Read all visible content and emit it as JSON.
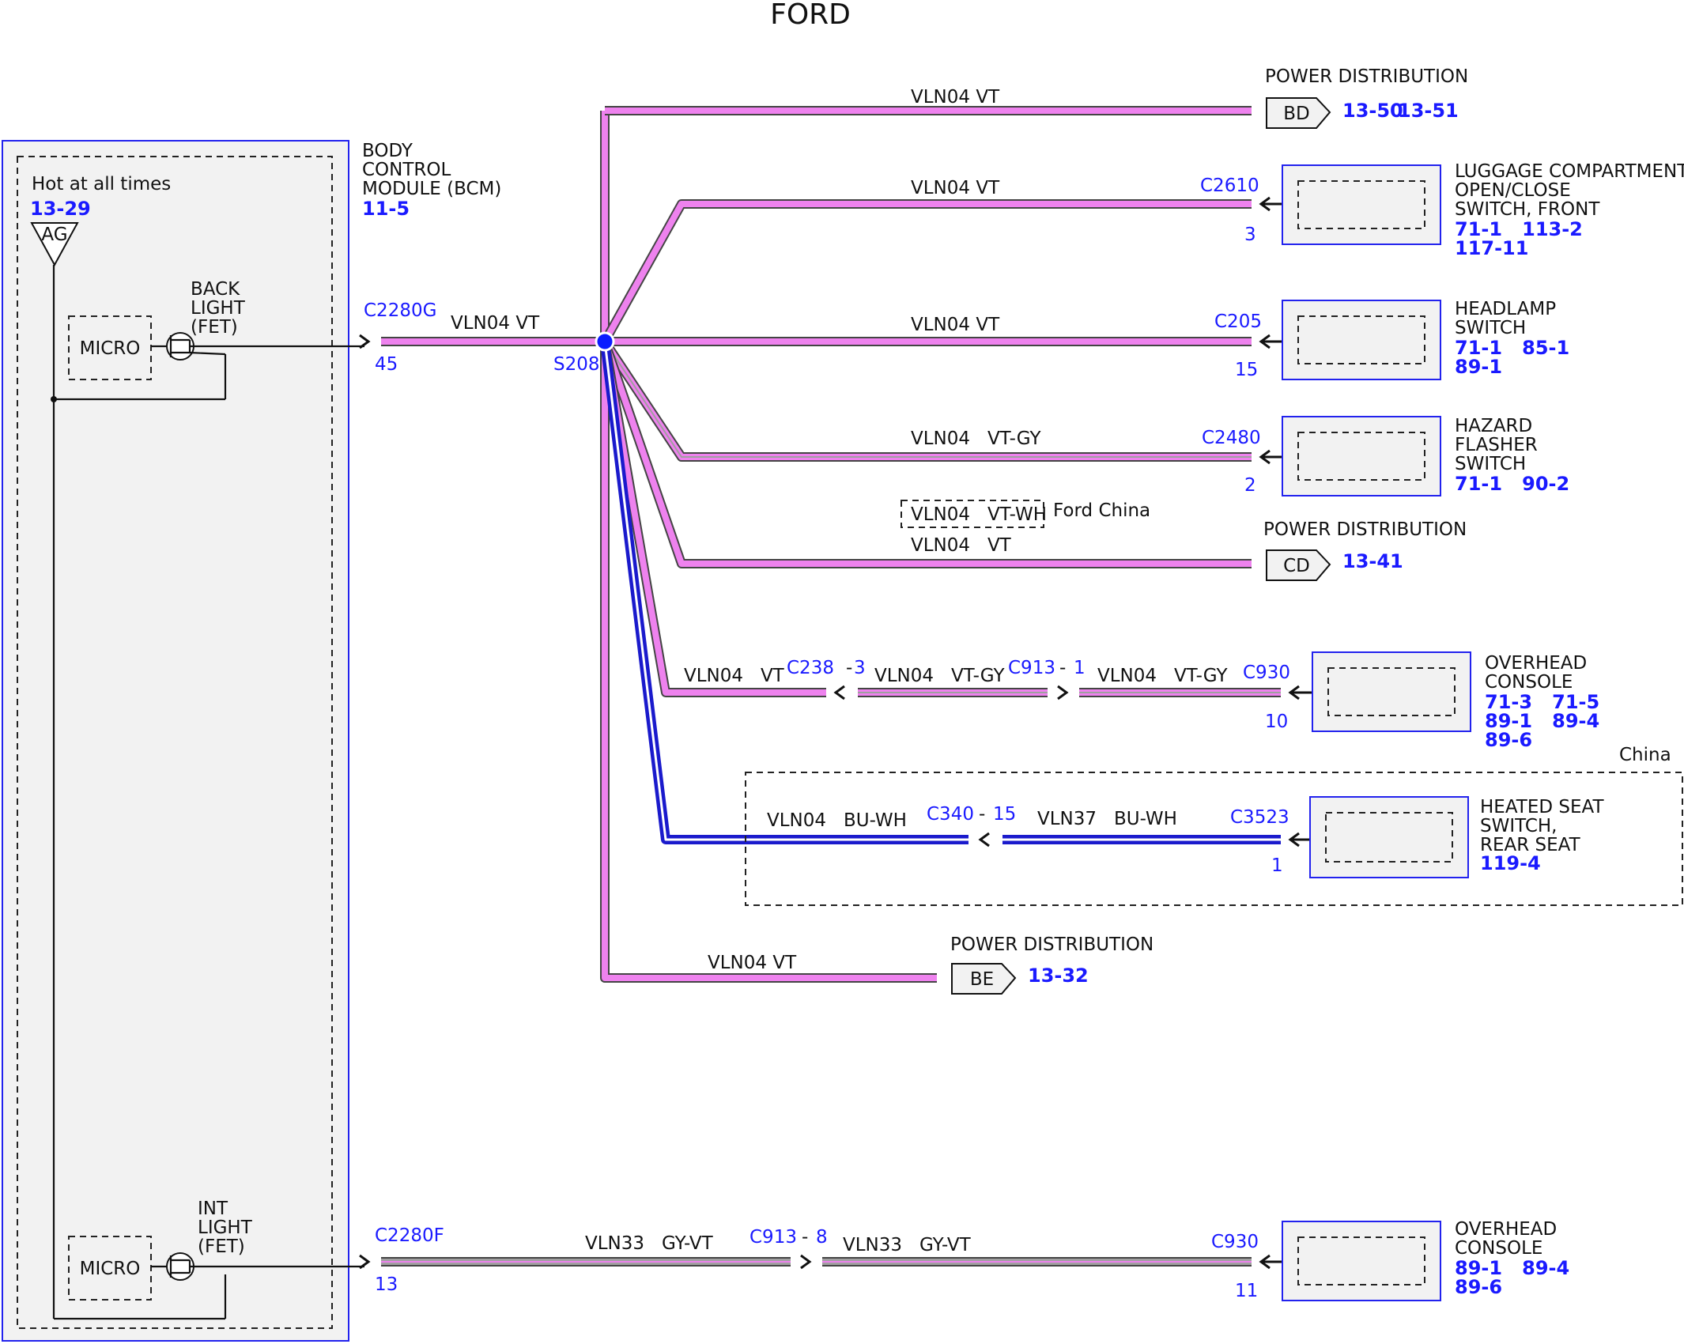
{
  "title": "FORD",
  "bcm": {
    "name": "BODY CONTROL MODULE (BCM)",
    "name_lines": [
      "BODY",
      "CONTROL",
      "MODULE (BCM)"
    ],
    "ref": "11-5",
    "hot_label": "Hot at all times",
    "hot_ref": "13-29",
    "ag_label": "AG",
    "micro_label": "MICRO",
    "back_light_lines": [
      "BACK",
      "LIGHT",
      "(FET)"
    ],
    "int_light_lines": [
      "INT",
      "LIGHT",
      "(FET)"
    ]
  },
  "back_light_output": {
    "connector": "C2280G",
    "pin": "45",
    "wire": "VLN04 VT"
  },
  "splice": {
    "label": "S208",
    "color": "#0a1cff"
  },
  "branches": [
    {
      "wire": "VLN04   VT",
      "dest": "POWER DISTRIBUTION",
      "tag": "BD",
      "refs": [
        "13-50",
        "13-51"
      ]
    },
    {
      "wire": "VLN04   VT",
      "connector": "C2610",
      "pin": "3",
      "dest_lines": [
        "LUGGAGE COMPARTMENT",
        "OPEN/CLOSE",
        "SWITCH, FRONT"
      ],
      "refs": [
        "71-1   113-2",
        "117-11"
      ]
    },
    {
      "wire": "VLN04   VT",
      "connector": "C205",
      "pin": "15",
      "dest_lines": [
        "HEADLAMP",
        "SWITCH"
      ],
      "refs": [
        "71-1   85-1",
        "89-1"
      ]
    },
    {
      "wire": "VLN04   VT-GY",
      "connector": "C2480",
      "pin": "2",
      "dest_lines": [
        "HAZARD",
        "FLASHER",
        "SWITCH"
      ],
      "refs": [
        "71-1   90-2"
      ]
    },
    {
      "wire": "VLN04   VT",
      "alt_wire": "VLN04   VT-WH",
      "alt_note": "Ford China",
      "dest": "POWER DISTRIBUTION",
      "tag": "CD",
      "refs": [
        "13-41"
      ]
    },
    {
      "wire_a": "VLN04   VT",
      "conn_a": "C238",
      "pin_a": "3",
      "wire_b": "VLN04   VT-GY",
      "conn_b": "C913",
      "pin_b": "1",
      "wire_c": "VLN04   VT-GY",
      "connector": "C930",
      "pin": "10",
      "dest_lines": [
        "OVERHEAD",
        "CONSOLE"
      ],
      "refs": [
        "71-3   71-5",
        "89-1   89-4",
        "89-6"
      ]
    },
    {
      "wire_a": "VLN04   BU-WH",
      "conn_a": "C340",
      "pin_a": "15",
      "wire_b": "VLN37   BU-WH",
      "connector": "C3523",
      "pin": "1",
      "dest_lines": [
        "HEATED SEAT",
        "SWITCH,",
        "REAR SEAT"
      ],
      "refs": [
        "119-4"
      ],
      "region": "China"
    },
    {
      "wire": "VLN04 VT",
      "dest": "POWER DISTRIBUTION",
      "tag": "BE",
      "refs": [
        "13-32"
      ]
    }
  ],
  "int_light_output": {
    "connector": "C2280F",
    "pin": "13",
    "wire_a": "VLN33   GY-VT",
    "conn_mid": "C913",
    "pin_mid": "8",
    "wire_b": "VLN33   GY-VT",
    "connector_end": "C930",
    "pin_end": "11",
    "dest_lines": [
      "OVERHEAD",
      "CONSOLE"
    ],
    "refs": [
      "89-1   89-4",
      "89-6"
    ]
  },
  "colors": {
    "violet": "#ee82ee",
    "gray": "#a0a0a0",
    "blue_wire": "#1a1acc",
    "connector_text": "#1a1aff"
  }
}
